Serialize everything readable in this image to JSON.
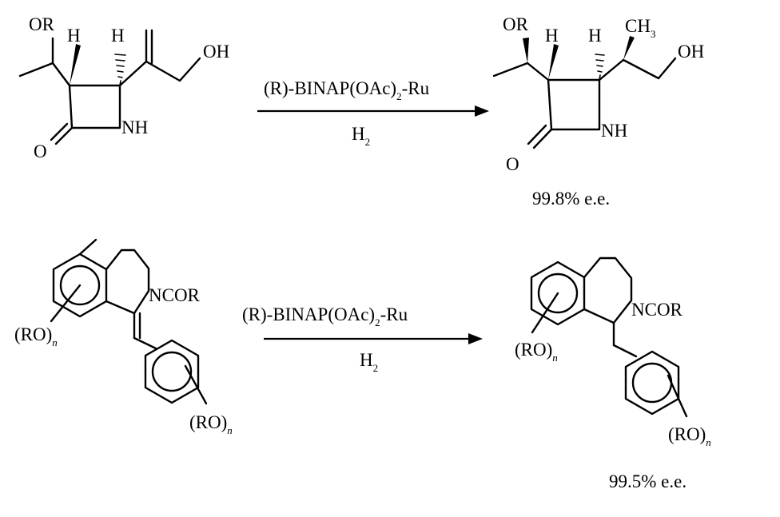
{
  "reaction1": {
    "reactant": {
      "or": "OR",
      "h_left": "H",
      "h_right": "H",
      "oh": "OH",
      "nh": "NH",
      "o": "O"
    },
    "arrow": {
      "reagent": "(R)-BINAP(OAc)",
      "reagent_sub": "2",
      "reagent_tail": "-Ru",
      "h2": "H",
      "h2_sub": "2"
    },
    "product": {
      "or": "OR",
      "h_left": "H",
      "h_right": "H",
      "ch3": "CH",
      "ch3_sub": "3",
      "oh": "OH",
      "nh": "NH",
      "o": "O",
      "ee": "99.8% e.e."
    }
  },
  "reaction2": {
    "reactant": {
      "ncor": "NCOR",
      "ro_top": "(RO)",
      "ro_top_sub": "n",
      "ro_bottom": "(RO)",
      "ro_bottom_sub": "n"
    },
    "arrow": {
      "reagent": "(R)-BINAP(OAc)",
      "reagent_sub": "2",
      "reagent_tail": "-Ru",
      "h2": "H",
      "h2_sub": "2"
    },
    "product": {
      "ncor": "NCOR",
      "ro_top": "(RO)",
      "ro_top_sub": "n",
      "ro_bottom": "(RO)",
      "ro_bottom_sub": "n",
      "ee": "99.5% e.e."
    }
  }
}
